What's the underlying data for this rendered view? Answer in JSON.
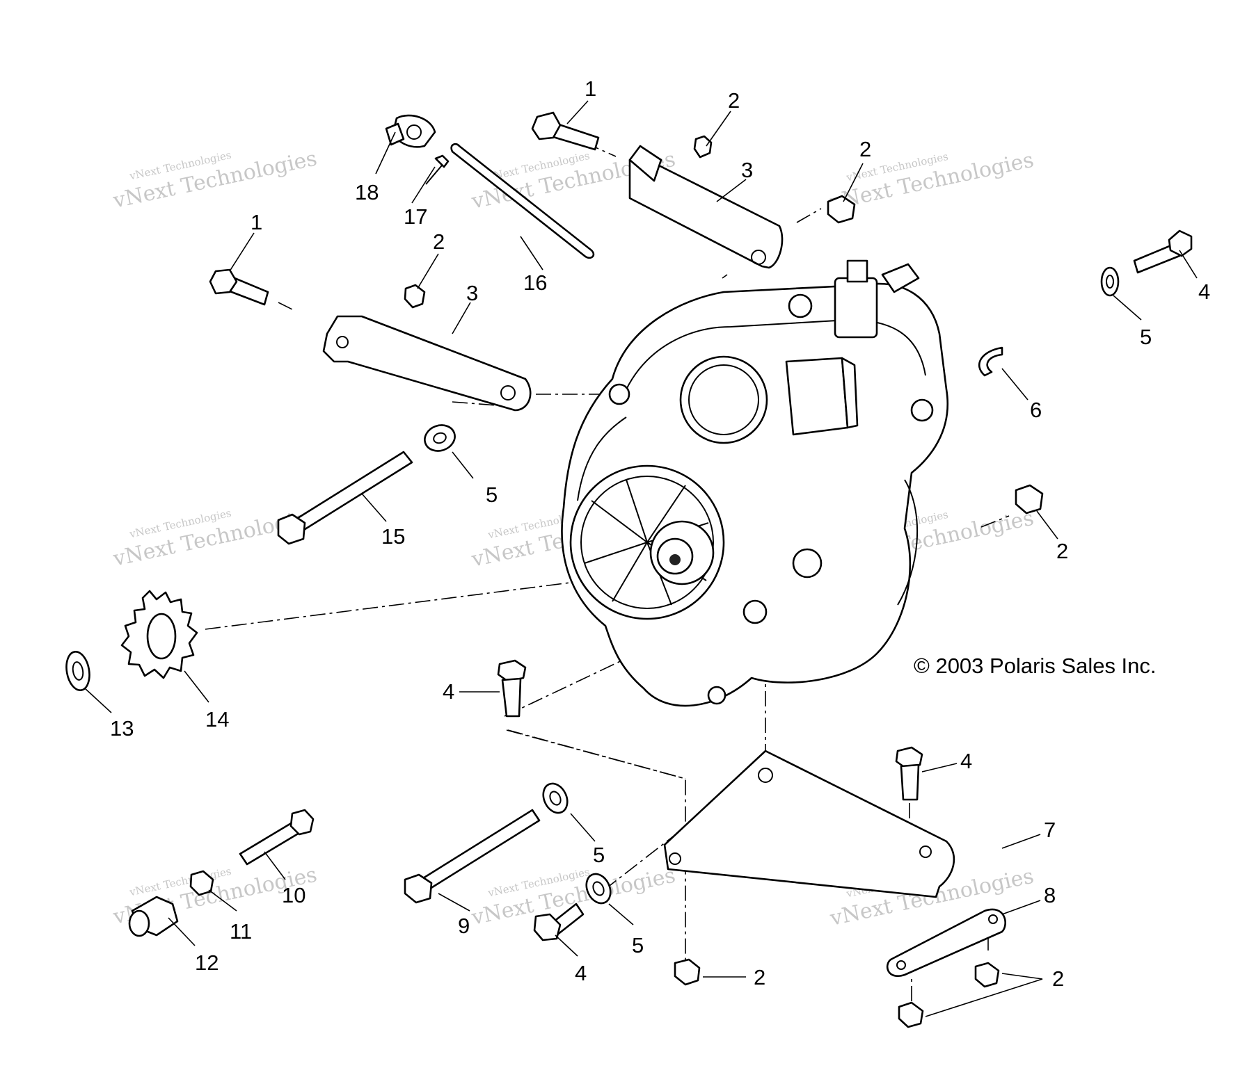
{
  "copyright": "© 2003 Polaris Sales Inc.",
  "watermark": {
    "line1": "vNext Technologies",
    "line2": "vNext Technologies"
  },
  "callouts": {
    "c1a": "1",
    "c1b": "1",
    "c2a": "2",
    "c2b": "2",
    "c2c": "2",
    "c2d": "2",
    "c2e": "2",
    "c2f": "2",
    "c3a": "3",
    "c3b": "3",
    "c4a": "4",
    "c4b": "4",
    "c4c": "4",
    "c4d": "4",
    "c5a": "5",
    "c5b": "5",
    "c5c": "5",
    "c5d": "5",
    "c6": "6",
    "c7": "7",
    "c8": "8",
    "c9": "9",
    "c10": "10",
    "c11": "11",
    "c12": "12",
    "c13": "13",
    "c14": "14",
    "c15": "15",
    "c16": "16",
    "c17": "17",
    "c18": "18"
  }
}
